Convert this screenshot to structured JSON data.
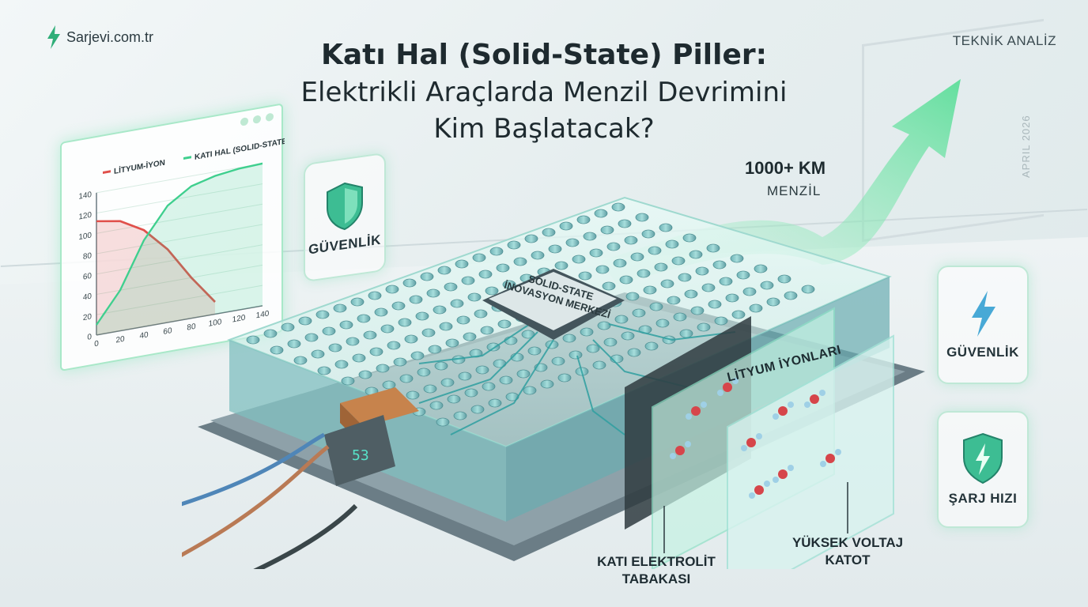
{
  "brand": {
    "name": "Sarjevi.com.tr",
    "icon": "lightning-bolt-icon",
    "accent": "#2fae78"
  },
  "tags": {
    "analysis": "TEKNİK ANALİZ",
    "date": "APRIL 2026"
  },
  "title": {
    "line1": "Katı Hal (Solid-State) Piller:",
    "line2": "Elektrikli Araçlarda Menzil Devrimini",
    "line3": "Kim Başlatacak?"
  },
  "range": {
    "value": "1000+ KM",
    "label": "MENZİL"
  },
  "chip": {
    "label": "SOLID-STATE İNOVASYON MERKEZİ"
  },
  "display": {
    "value": "53"
  },
  "layers": {
    "ions": "LİTYUM İYONLARI",
    "electrolyte": "KATI ELEKTROLİT TABAKASI",
    "cathode": "YÜKSEK VOLTAJ KATOT"
  },
  "cards": {
    "left": {
      "label": "GÜVENLİK",
      "icon": "shield-icon"
    },
    "right_top": {
      "label": "GÜVENLİK",
      "icon": "lightning-icon"
    },
    "right_bottom": {
      "label": "ŞARJ HIZI",
      "icon": "shield-lightning-icon"
    }
  },
  "colors": {
    "green": "#3fcf8e",
    "red": "#e0504b",
    "teal": "#5fd3c0",
    "panel_border": "#a8e8c8"
  },
  "chart_data": {
    "type": "line",
    "series": [
      {
        "name": "LİTYUM-İYON",
        "color": "#e0504b",
        "x": [
          0,
          20,
          40,
          60,
          80,
          100
        ],
        "y": [
          112,
          108,
          95,
          72,
          40,
          12
        ]
      },
      {
        "name": "KATI HAL (SOLID-STATE)",
        "color": "#3fcf8e",
        "x": [
          0,
          20,
          40,
          60,
          80,
          100,
          120,
          140
        ],
        "y": [
          10,
          40,
          85,
          115,
          130,
          136,
          139,
          140
        ]
      }
    ],
    "x_ticks": [
      "0",
      "20",
      "40",
      "60",
      "80",
      "100",
      "120",
      "140"
    ],
    "y_ticks": [
      "0",
      "20",
      "40",
      "60",
      "80",
      "100",
      "120",
      "140"
    ],
    "xlim": [
      0,
      140
    ],
    "ylim": [
      0,
      140
    ],
    "grid": true,
    "legend": "top"
  }
}
